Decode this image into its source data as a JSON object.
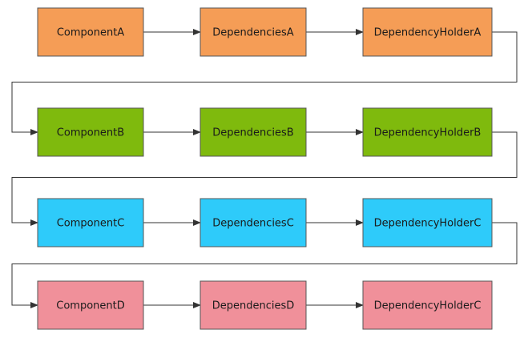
{
  "rows": [
    {
      "color": "#F59D56",
      "nodes": [
        "ComponentA",
        "DependenciesA",
        "DependencyHolderA"
      ]
    },
    {
      "color": "#7FBA0D",
      "nodes": [
        "ComponentB",
        "DependenciesB",
        "DependencyHolderB"
      ]
    },
    {
      "color": "#2ECBFA",
      "nodes": [
        "ComponentC",
        "DependenciesC",
        "DependencyHolderC"
      ]
    },
    {
      "color": "#F0909A",
      "nodes": [
        "ComponentD",
        "DependenciesD",
        "DependencyHolderC"
      ]
    }
  ],
  "edge_color": "#333333",
  "border_color": "#555555"
}
